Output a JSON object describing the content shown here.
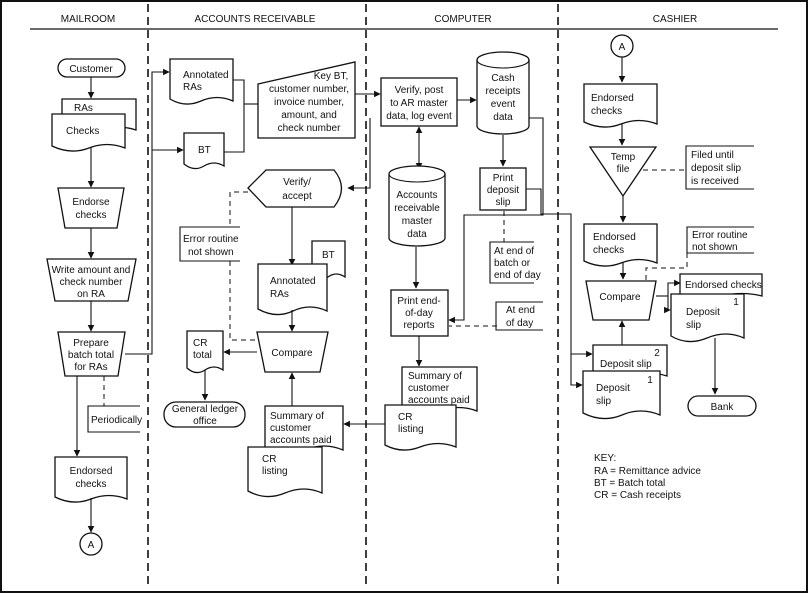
{
  "columns": {
    "mailroom": "MAILROOM",
    "accounts_receivable": "ACCOUNTS RECEIVABLE",
    "computer": "COMPUTER",
    "cashier": "CASHIER"
  },
  "mailroom": {
    "customer": "Customer",
    "ras": "RAs",
    "checks": "Checks",
    "endorse_checks": [
      "Endorse",
      "checks"
    ],
    "write_amount": [
      "Write amount and",
      "check number",
      "on RA"
    ],
    "prepare_batch": [
      "Prepare",
      "batch total",
      "for RAs"
    ],
    "periodically": "Periodically",
    "endorsed_checks": [
      "Endorsed",
      "checks"
    ],
    "connector": "A"
  },
  "accounts_receivable": {
    "annotated_ras_top": [
      "Annotated",
      "RAs"
    ],
    "key_note": [
      "Key BT,",
      "customer number,",
      "invoice number,",
      "amount, and",
      "check number"
    ],
    "bt_top": "BT",
    "verify_accept": [
      "Verify/",
      "accept"
    ],
    "error_routine": [
      "Error routine",
      "not shown"
    ],
    "bt_doc": "BT",
    "annotated_ras_doc": [
      "Annotated",
      "RAs"
    ],
    "cr_total": [
      "CR",
      "total"
    ],
    "compare": "Compare",
    "general_ledger": [
      "General ledger",
      "office"
    ],
    "summary": [
      "Summary of",
      "customer",
      "accounts paid"
    ],
    "cr_listing": [
      "CR",
      "listing"
    ]
  },
  "computer": {
    "verify_post": [
      "Verify, post",
      "to AR master",
      "data, log event"
    ],
    "cash_receipts": [
      "Cash",
      "receipts",
      "event",
      "data"
    ],
    "ar_master": [
      "Accounts",
      "receivable",
      "master",
      "data"
    ],
    "print_deposit": [
      "Print",
      "deposit",
      "slip"
    ],
    "end_of_batch": [
      "At end of",
      "batch or",
      "end of day"
    ],
    "print_eod": [
      "Print end-",
      "of-day",
      "reports"
    ],
    "end_of_day": [
      "At end",
      "of day"
    ],
    "summary": [
      "Summary of",
      "customer",
      "accounts paid"
    ],
    "cr_listing": [
      "CR",
      "listing"
    ]
  },
  "cashier": {
    "connector": "A",
    "endorsed_checks_top": [
      "Endorsed",
      "checks"
    ],
    "temp_file": [
      "Temp",
      "file"
    ],
    "filed_until": [
      "Filed until",
      "deposit slip",
      "is received"
    ],
    "endorsed_checks_mid": [
      "Endorsed",
      "checks"
    ],
    "error_routine": [
      "Error routine",
      "not shown"
    ],
    "compare": "Compare",
    "endorsed_checks_right": "Endorsed checks",
    "deposit_slip_right": [
      "Deposit",
      "slip"
    ],
    "deposit_slip_right_num": "1",
    "deposit_slip_2": "Deposit slip",
    "deposit_slip_2_num": "2",
    "deposit_slip_1": [
      "Deposit",
      "slip"
    ],
    "deposit_slip_1_num": "1",
    "bank": "Bank"
  },
  "key": {
    "title": "KEY:",
    "items": [
      "RA  = Remittance advice",
      "BT  = Batch total",
      "CR  = Cash receipts"
    ]
  }
}
